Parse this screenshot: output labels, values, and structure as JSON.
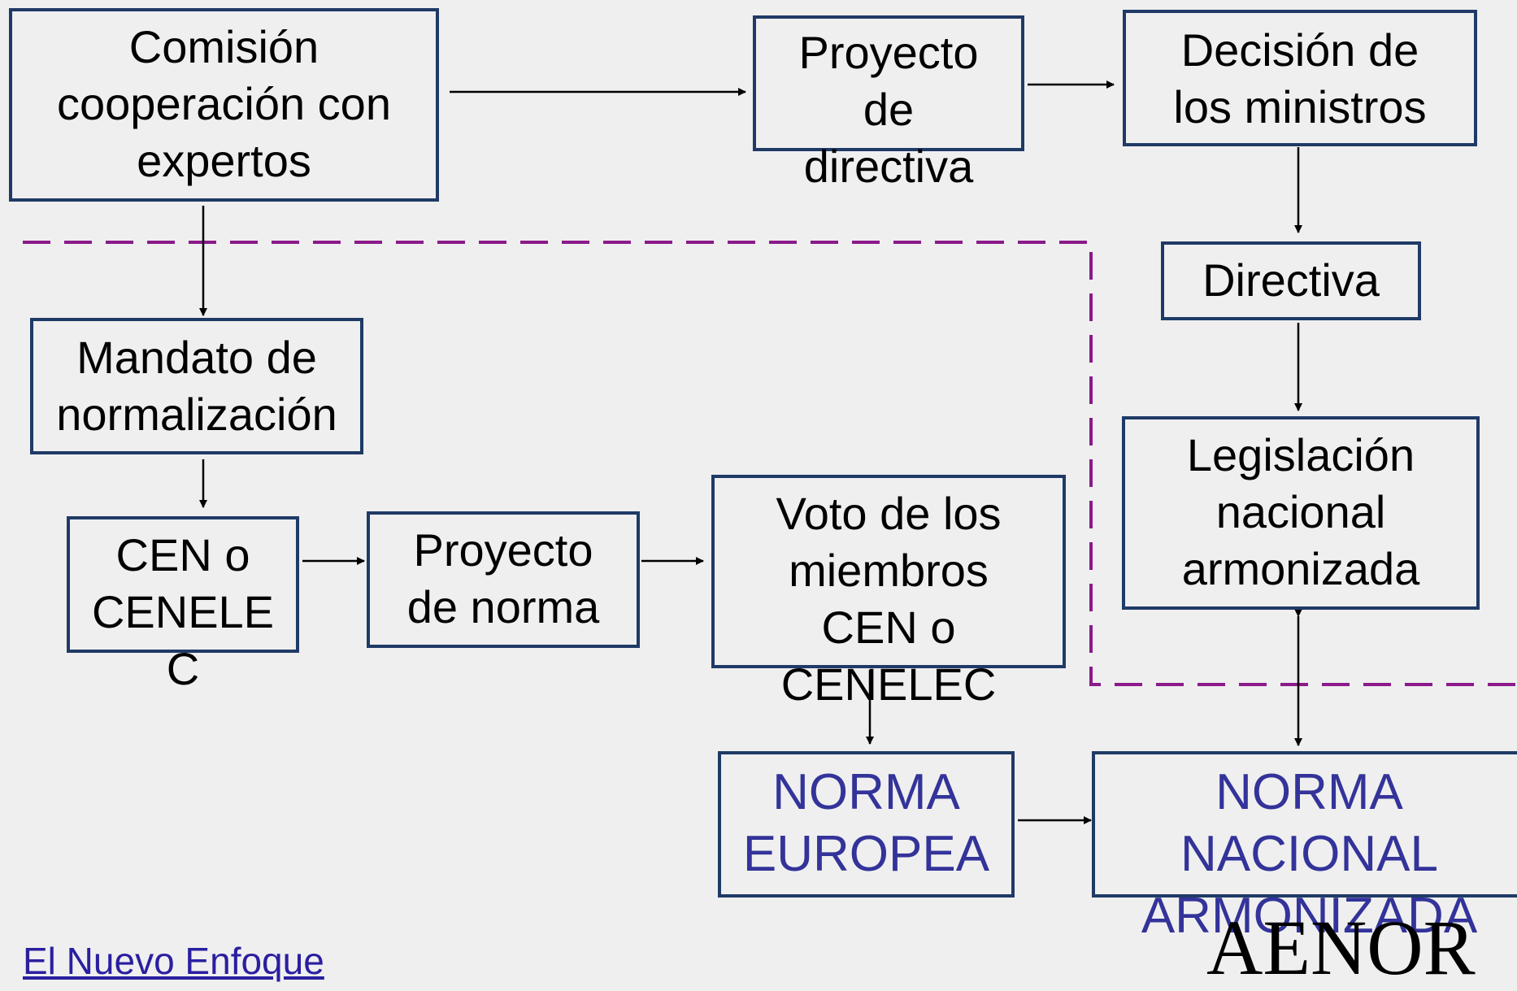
{
  "boxes": {
    "comision": "Comisión\ncooperación con\nexpertos",
    "proyecto_directiva": "Proyecto\nde\ndirectiva",
    "decision": "Decisión de\nlos ministros",
    "directiva": "Directiva",
    "legislacion": "Legislación\nnacional\narmonizada",
    "mandato": "Mandato de\nnormalización",
    "cen": "CEN o\nCENELE\nC",
    "proyecto_norma": "Proyecto\nde  norma",
    "voto": "Voto de los\nmiembros\nCEN o\nCENELEC",
    "norma_europea": "NORMA\nEUROPEA",
    "norma_nacional": "NORMA\nNACIONAL\nARMONIZADA"
  },
  "footer": "El Nuevo Enfoque",
  "logo": "AENOR",
  "colors": {
    "box_border": "#1f3a66",
    "dashed_line": "#8b1a8b",
    "norma_text": "#33339a",
    "footer_text": "#2a1fa0"
  }
}
